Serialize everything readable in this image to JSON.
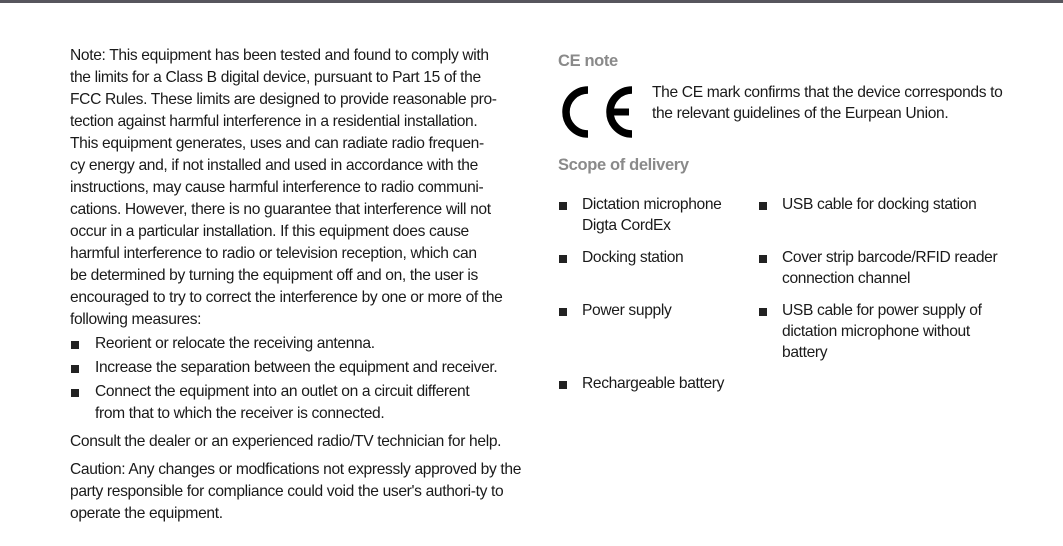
{
  "fcc": {
    "note_paragraph": "Note: This equipment has been tested and found to comply with the limits for a Class B digital device, pursuant to Part 15 of the FCC Rules. These limits are designed to provide reasonable pro-tection against harmful interference in a residential installation. This equipment generates, uses and can radiate radio frequen-cy energy and, if not installed and used in accordance with the instructions, may cause harmful interference to radio communi-cations. However, there is no guarantee that interference will not occur in a particular installation. If this equipment does cause harmful interference to radio or television reception, which can be determined by turning the equipment off and on, the user is encouraged to try to correct the interference by one or more of the following measures:",
    "note_lines": [
      "Note: This equipment has been tested and found to comply with",
      "the limits for a Class B digital device, pursuant to Part 15 of the",
      "FCC Rules. These limits are designed to provide reasonable pro-",
      "tection against harmful interference in a residential installation.",
      "This equipment generates, uses and can radiate radio frequen-",
      "cy energy and, if not installed and used in accordance with the",
      "instructions, may cause harmful interference to radio communi-",
      "cations. However, there is no guarantee that interference will not",
      "occur in a particular installation. If this equipment does cause",
      "harmful interference to radio or television reception, which can",
      "be determined by turning the equipment off and on, the user is",
      "encouraged to try to correct the interference by one or more of the",
      "following measures:"
    ],
    "measures": [
      "Reorient or relocate the receiving antenna.",
      "Increase the separation between the equipment and receiver.",
      "Connect the equipment into an outlet on a circuit different from that to which the receiver is connected."
    ],
    "consult": "Consult the dealer or an experienced radio/TV technician for help.",
    "caution": "Caution: Any changes or modfications not expressly approved by the party responsible for compliance could void the user's authori-ty to operate the equipment."
  },
  "ce_note": {
    "heading": "CE note",
    "icon": "ce-mark-icon",
    "text": "The CE mark confirms that the device corresponds to the relevant guidelines of the Eurpean Union."
  },
  "scope": {
    "heading": "Scope of delivery",
    "items": [
      "Dictation microphone Digta CordEx",
      "USB cable for docking station",
      "Docking station",
      "Cover strip barcode/RFID reader connection channel",
      "Power supply",
      "USB cable for power supply of dictation microphone without battery",
      "Rechargeable battery"
    ]
  },
  "colors": {
    "topbar": "#57565d",
    "heading": "#8a8a8a",
    "text": "#1a1a1a"
  }
}
